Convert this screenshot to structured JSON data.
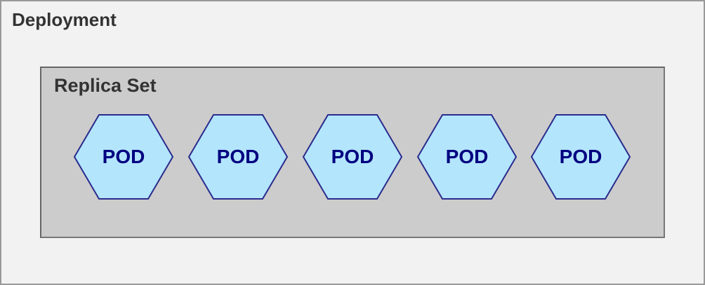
{
  "deployment": {
    "title": "Deployment",
    "replica_set": {
      "title": "Replica Set",
      "pods": [
        {
          "label": "POD"
        },
        {
          "label": "POD"
        },
        {
          "label": "POD"
        },
        {
          "label": "POD"
        },
        {
          "label": "POD"
        }
      ]
    }
  },
  "colors": {
    "deployment_bg": "#f2f2f2",
    "replica_set_bg": "#cccccc",
    "pod_fill": "#b3e5fc",
    "pod_stroke": "#2a2a8c",
    "pod_text": "#000080",
    "title_text": "#333333"
  }
}
